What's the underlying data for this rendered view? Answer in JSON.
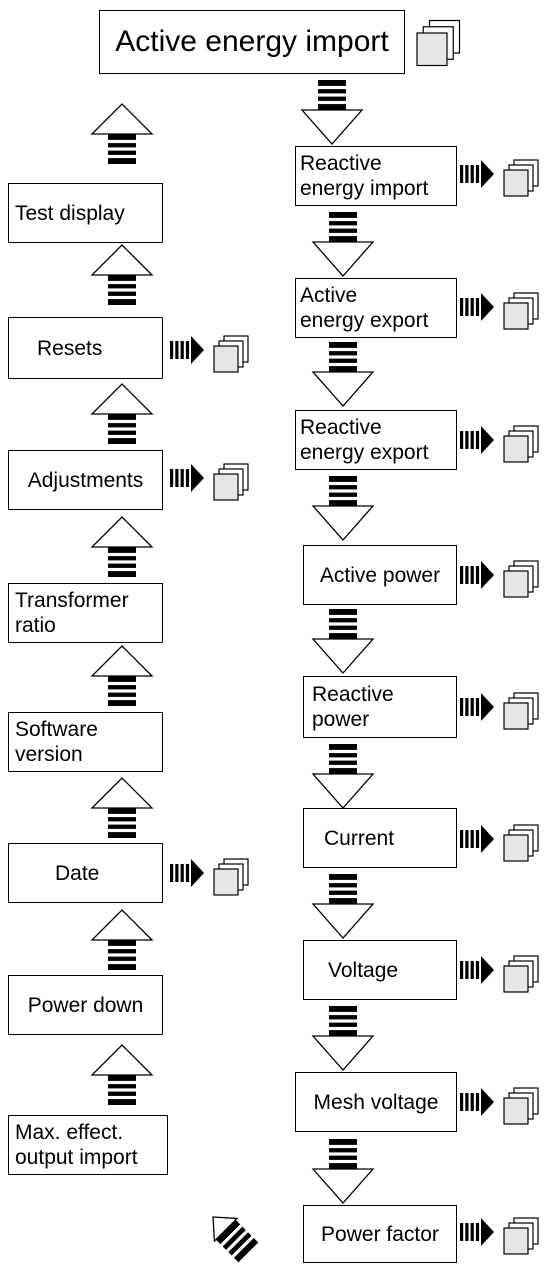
{
  "diagram": {
    "start": "Active energy import",
    "right_column": [
      "Reactive\nenergy import",
      "Active\nenergy export",
      "Reactive\nenergy export",
      "Active power",
      "Reactive\npower",
      "Current",
      "Voltage",
      "Mesh voltage",
      "Power factor"
    ],
    "left_column": [
      "Test display",
      "Resets",
      "Adjustments",
      "Transformer\nratio",
      "Software\nversion",
      "Date",
      "Power down",
      "Max. effect.\noutput import"
    ]
  }
}
